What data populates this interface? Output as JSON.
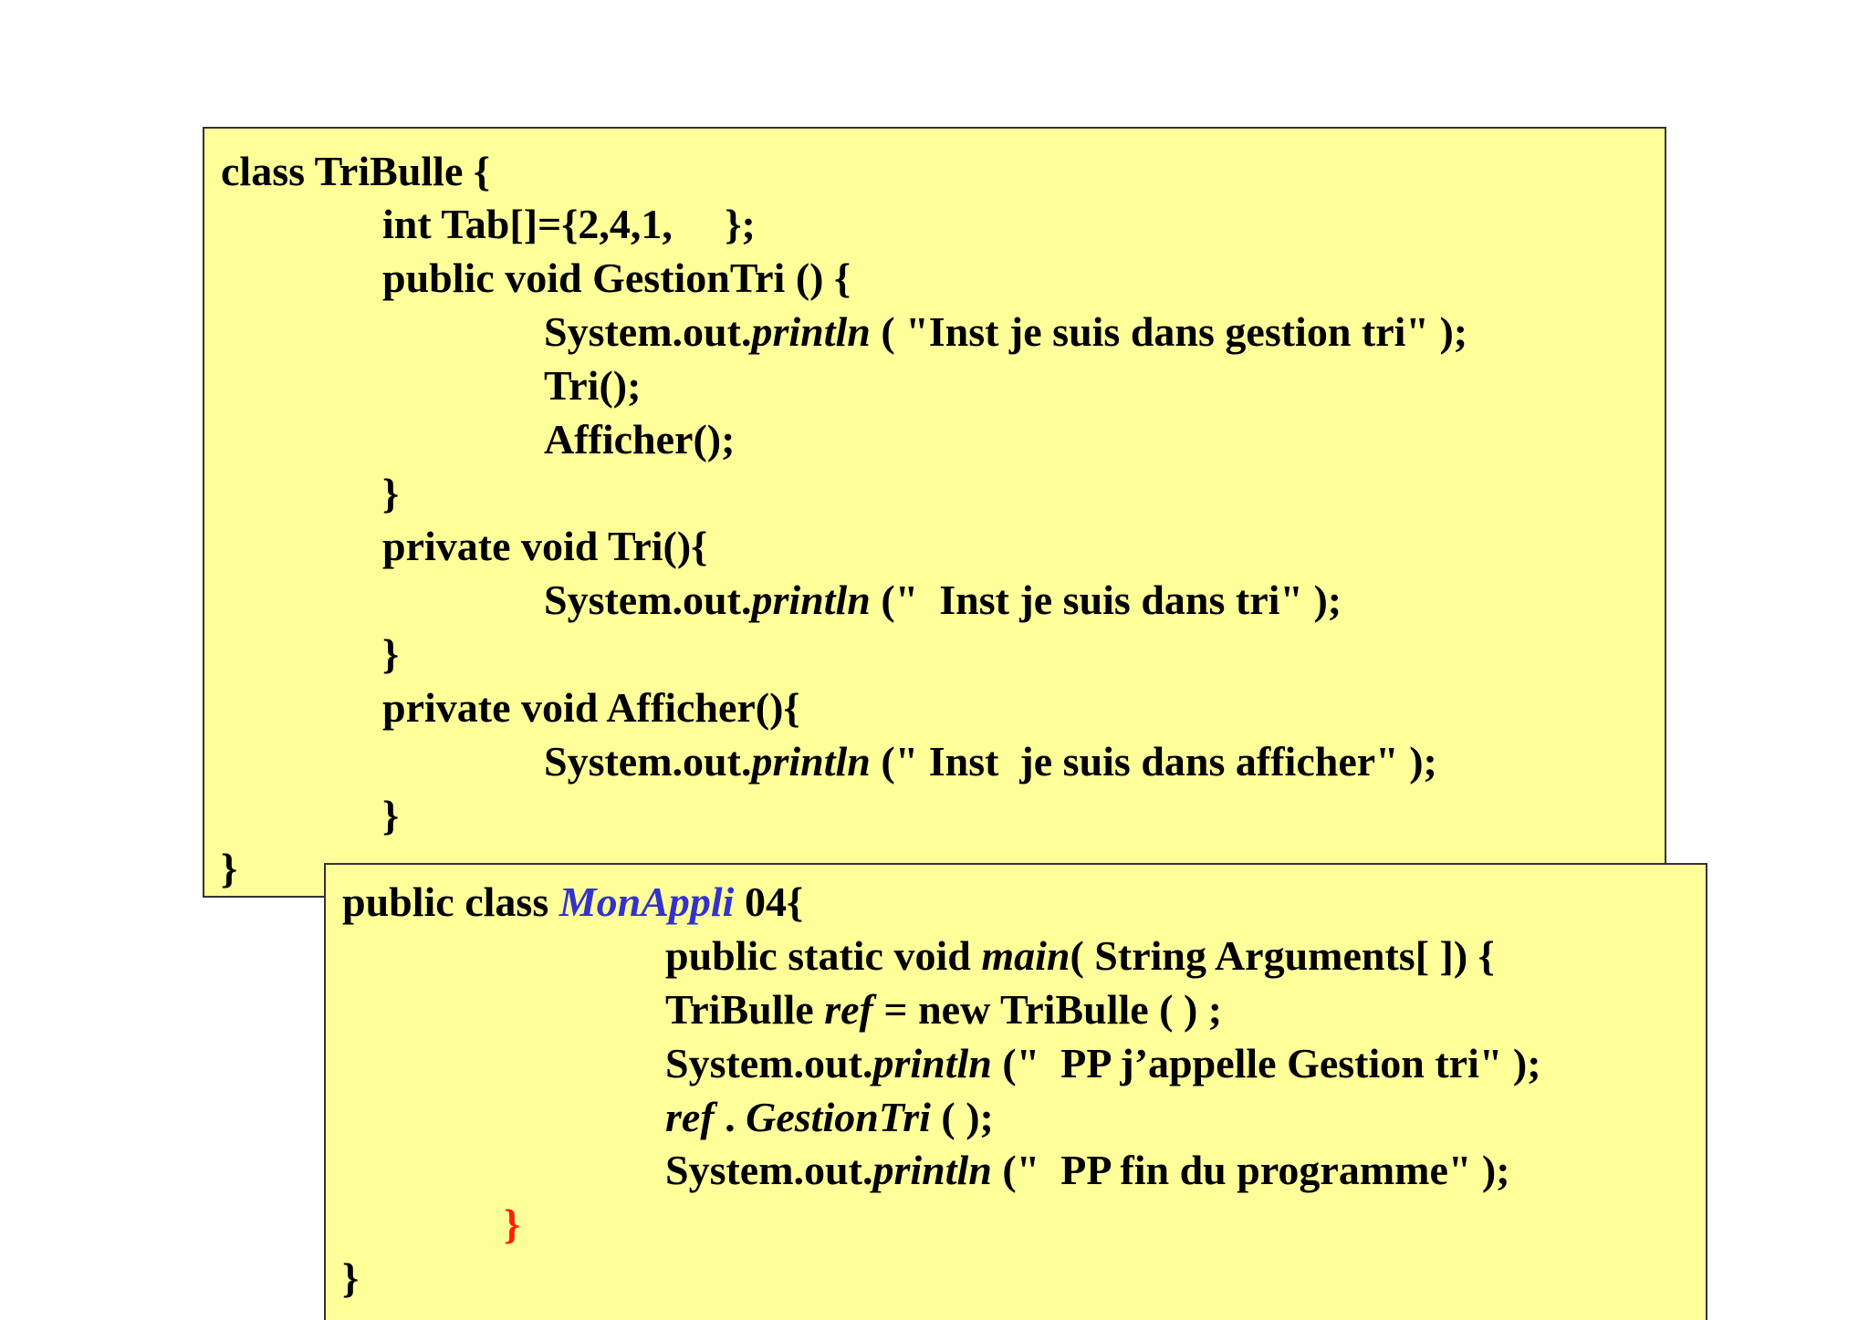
{
  "colors": {
    "box_fill": "#ffff99",
    "box_border": "#333333",
    "class_name_accent": "#3333cc",
    "brace_accent": "#ff2200"
  },
  "box1": {
    "l1": "class TriBulle {",
    "l2": "int Tab[]={2,4,1,     };",
    "l3": "public void GestionTri () {",
    "l4a": "System.out.",
    "l4b": "println",
    "l4c": " ( \"Inst je suis dans gestion tri\" );",
    "l5": "Tri();",
    "l6": "Afficher();",
    "l7": "}",
    "l8": "private void Tri(){",
    "l9a": "System.out.",
    "l9b": "println",
    "l9c": " (\"  Inst je suis dans tri\" );",
    "l10": "}",
    "l11": "private void Afficher(){",
    "l12a": "System.out.",
    "l12b": "println",
    "l12c": " (\" Inst  je suis dans afficher\" );",
    "l13": "}",
    "l14": "}"
  },
  "box2": {
    "l1a": "public class ",
    "l1b": "MonAppli",
    "l1c": " 04{",
    "l2a": "public static void ",
    "l2b": "main",
    "l2c": "( String Arguments[ ]) {",
    "l3a": "TriBulle ",
    "l3b": "ref",
    "l3c": " = new TriBulle ( ) ;",
    "l4a": "System.out.",
    "l4b": "println",
    "l4c": " (\"  PP j’appelle Gestion tri\" );",
    "l5a": "ref",
    "l5b": " . ",
    "l5c": "GestionTri",
    "l5d": " ( );",
    "l6a": "System.out.",
    "l6b": "println",
    "l6c": " (\"  PP fin du programme\" );",
    "l7": "}",
    "l8": "}"
  }
}
